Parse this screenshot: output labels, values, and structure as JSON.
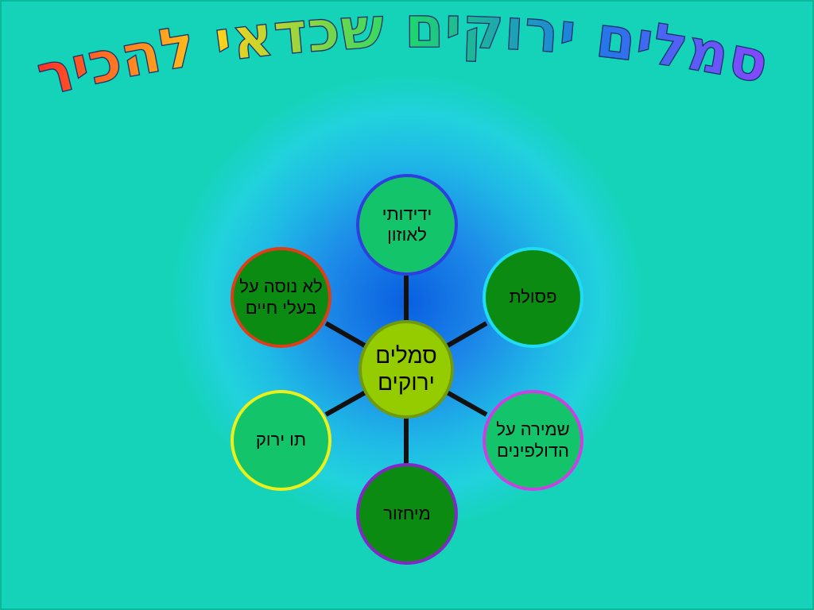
{
  "title": "סמלים ירוקים שכדאי להכיר",
  "diagram": {
    "center": {
      "label": "סמלים ירוקים"
    },
    "nodes": [
      {
        "id": "top",
        "label": "ידידותי לאוזון"
      },
      {
        "id": "top-right",
        "label": "פסולת"
      },
      {
        "id": "bottom-right",
        "label": "שמירה על הדולפינים"
      },
      {
        "id": "bottom",
        "label": "מיחזור"
      },
      {
        "id": "bottom-left",
        "label": "תו ירוק"
      },
      {
        "id": "top-left",
        "label": "לא נוסה על בעלי חיים"
      }
    ]
  },
  "colors": {
    "background": "#21d2dc",
    "background_center": "#0a5fe0",
    "center_fill": "#95cc00",
    "node_fill_light": "#14c46a",
    "node_fill_dark": "#0b8b12",
    "spoke": "#111111",
    "title_gradient": [
      "#ff2a2a",
      "#ffd21a",
      "#1fd96a",
      "#1e7ae8",
      "#8a45ff"
    ]
  }
}
